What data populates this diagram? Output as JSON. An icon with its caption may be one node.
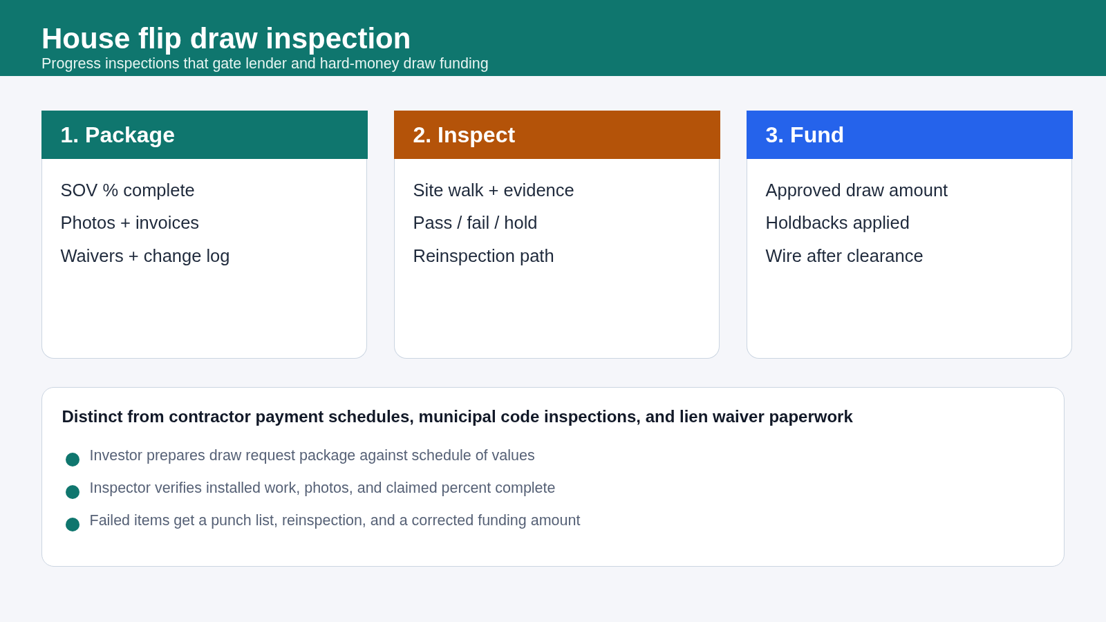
{
  "diagram": {
    "title": "House flip draw inspection",
    "nodes": [
      {
        "text": [
          "1. Package",
          "SOV % complete",
          "Photos + invoices",
          "Waivers + change log"
        ]
      },
      {
        "text": [
          "2. Inspect",
          "Site walk + evidence",
          "Pass / fail / hold",
          "Reinspection path"
        ]
      },
      {
        "text": [
          "3. Fund",
          "Approved draw amount",
          "Holdbacks applied",
          "Wire after clearance"
        ]
      },
      {
        "text": [
          "Distinct from contractor payment schedules, municipal code inspections, and lien waiver paperwork",
          "Investor prepares draw request package against schedule of values",
          "Inspector verifies installed work, photos, and claimed percent complete",
          "Failed items get a punch list, reinspection, and a corrected funding amount"
        ]
      }
    ],
    "labels": [
      "Progress inspections that gate lender and hard-money draw funding"
    ]
  }
}
